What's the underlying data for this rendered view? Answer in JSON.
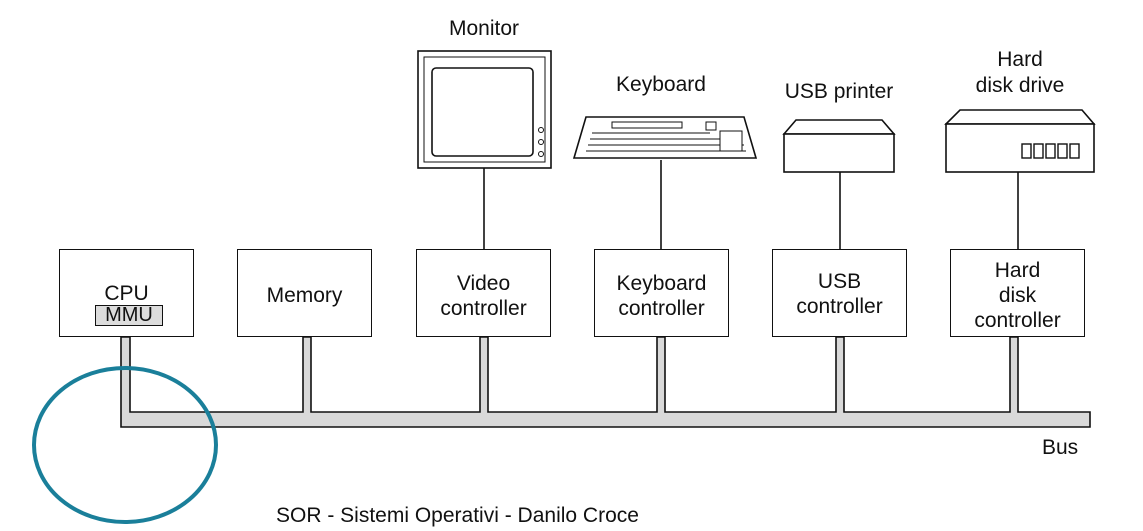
{
  "devices": {
    "monitor": "Monitor",
    "keyboard": "Keyboard",
    "usb_printer": "USB printer",
    "hard_disk_line1": "Hard",
    "hard_disk_line2": "disk drive"
  },
  "boxes": {
    "cpu": "CPU",
    "mmu": "MMU",
    "memory": "Memory",
    "video_line1": "Video",
    "video_line2": "controller",
    "keyboard_line1": "Keyboard",
    "keyboard_line2": "controller",
    "usb_line1": "USB",
    "usb_line2": "controller",
    "hdd_line1": "Hard",
    "hdd_line2": "disk",
    "hdd_line3": "controller"
  },
  "bus_label": "Bus",
  "footer": "SOR - Sistemi Operativi - Danilo Croce",
  "colors": {
    "line": "#111111",
    "bus_fill": "#d9d9d9",
    "mmu_fill": "#dcdcdc",
    "highlight_circle": "#1a7f9a"
  }
}
